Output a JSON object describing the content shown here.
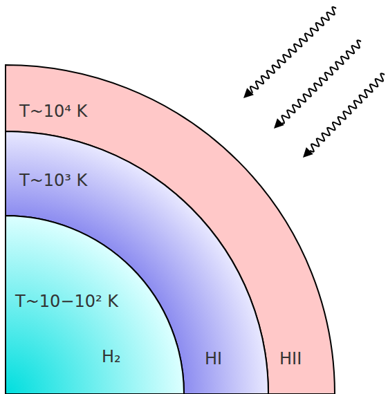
{
  "diagram": {
    "nodes": [
      {
        "text": [
          "T~10⁴ K",
          "HII"
        ]
      },
      {
        "text": [
          "T~10³ K",
          "HI"
        ]
      },
      {
        "text": [
          "T~10−10² K",
          "H₂"
        ]
      }
    ]
  }
}
